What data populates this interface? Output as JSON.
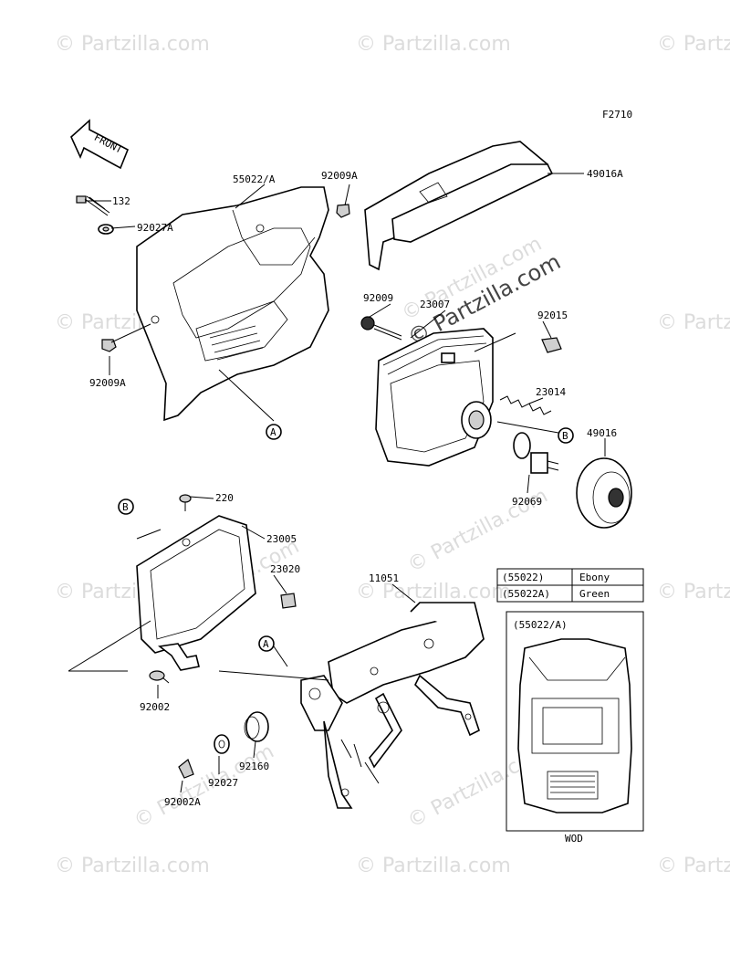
{
  "figure_code": "F2710",
  "front_label": "FRONT",
  "watermarks": {
    "text": "© Partzilla.com",
    "center_text": "© Partzilla.com"
  },
  "parts": {
    "p55022A": "55022/A",
    "p92009A_top": "92009A",
    "p132": "132",
    "p92027A": "92027A",
    "p92009A_left": "92009A",
    "p49016A": "49016A",
    "p92009": "92009",
    "p23007": "23007",
    "p92015": "92015",
    "p23014": "23014",
    "p49016": "49016",
    "p92069": "92069",
    "p220": "220",
    "p23005": "23005",
    "p23020": "23020",
    "p11051": "11051",
    "p92002": "92002",
    "p92027": "92027",
    "p92160": "92160",
    "p92002A": "92002A"
  },
  "refs": {
    "A": "A",
    "B": "B"
  },
  "color_table": {
    "rows": [
      {
        "code": "(55022)",
        "color": "Ebony"
      },
      {
        "code": "(55022A)",
        "color": "Green"
      }
    ]
  },
  "inset": {
    "title": "(55022/A)",
    "caption": "WOD"
  }
}
